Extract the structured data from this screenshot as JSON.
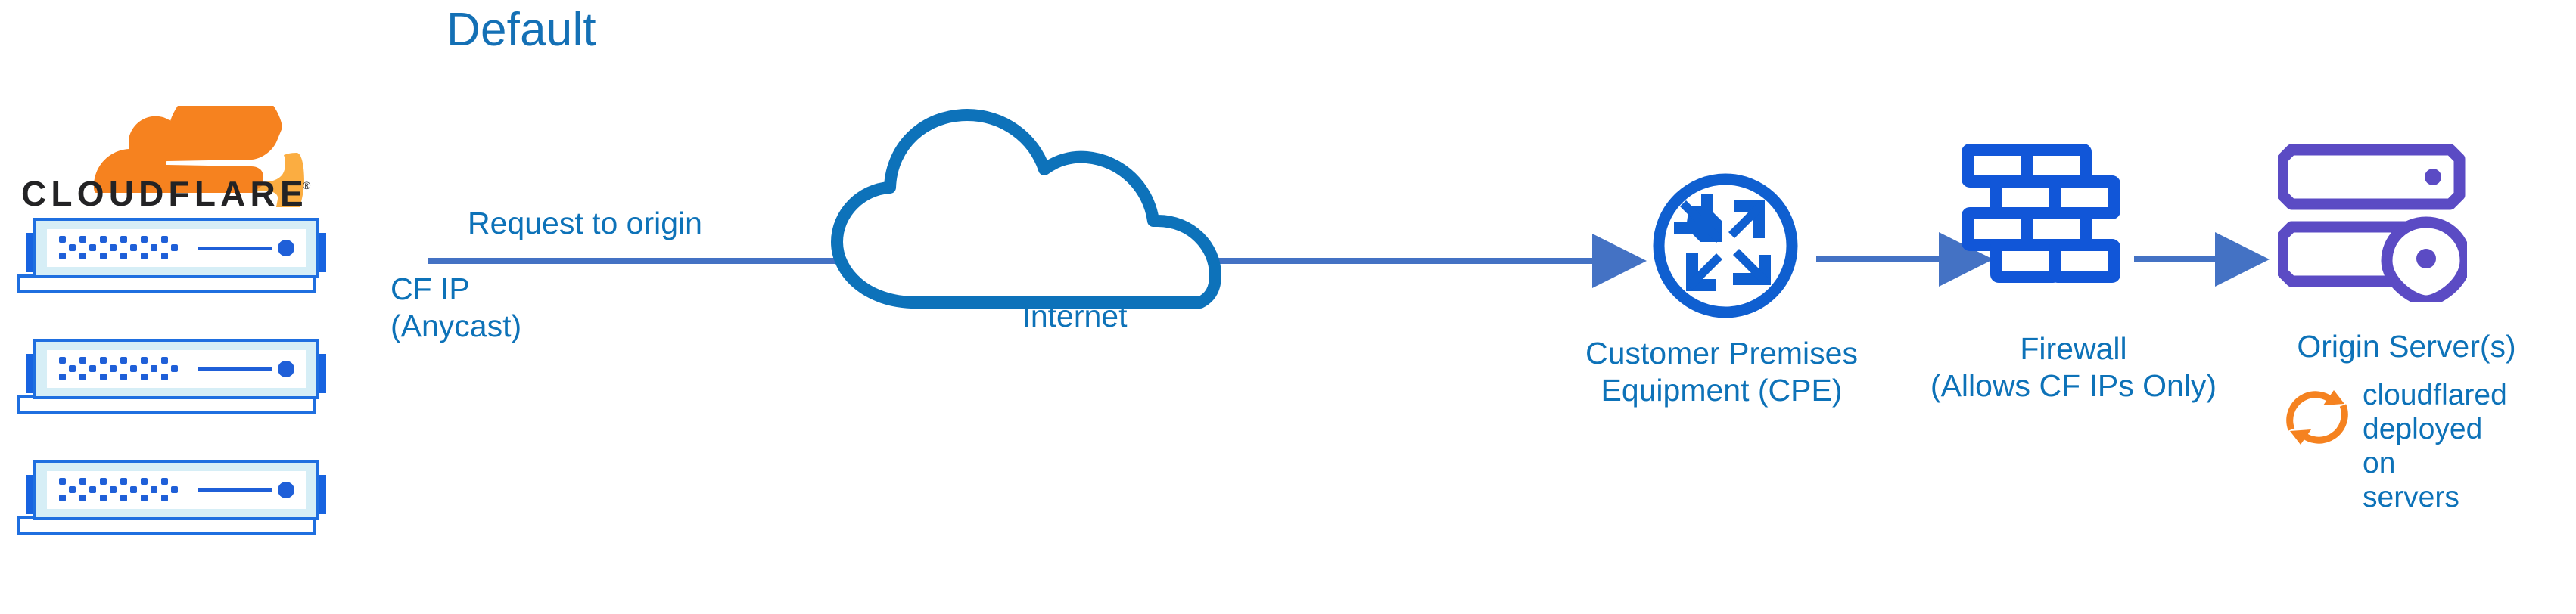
{
  "title": "Default",
  "brand": {
    "name": "CLOUDFLARE",
    "registered_mark": "®",
    "logo_orange": "#f6821f",
    "logo_orange_light": "#fbad41",
    "wordmark_color": "#232325"
  },
  "colors": {
    "title_blue": "#1470b5",
    "label_blue": "#0d72b8",
    "cloud_stroke": "#0d72ba",
    "arrow_blue": "#4472c4",
    "icon_blue": "#1156d8",
    "cpe_blue": "#0f5fd0",
    "origin_purple": "#5b4bc4",
    "server_body": "#d6eef6",
    "server_border": "#1f6fe0",
    "server_tab": "#1763e0",
    "server_dot": "#1f5fd8",
    "cloudflared_orange": "#f58220",
    "background": "#ffffff"
  },
  "servers": {
    "count": 3,
    "icon_name": "rack-server-unit",
    "vent_rows": 3,
    "vent_cols": 6
  },
  "flow": {
    "request_label": "Request to origin",
    "cf_ip_label": "CF IP\n(Anycast)",
    "internet_label": "Internet",
    "cpe_label": "Customer Premises\nEquipment (CPE)",
    "firewall_label": "Firewall\n(Allows CF IPs Only)",
    "origin_label": "Origin Server(s)",
    "cloudflared_label": "cloudflared\ndeployed on\nservers"
  },
  "icons": {
    "internet": "cloud-icon",
    "cpe": "router-circle-arrows-icon",
    "firewall": "brick-wall-icon",
    "origin": "server-rack-location-pin-icon",
    "cloudflared": "refresh-circular-arrows-icon"
  },
  "arrows": [
    {
      "name": "arrow-cf-to-cpe",
      "from": "cloudflare-edge",
      "to": "cpe"
    },
    {
      "name": "arrow-cpe-to-firewall",
      "from": "cpe",
      "to": "firewall"
    },
    {
      "name": "arrow-firewall-to-origin",
      "from": "firewall",
      "to": "origin"
    }
  ]
}
